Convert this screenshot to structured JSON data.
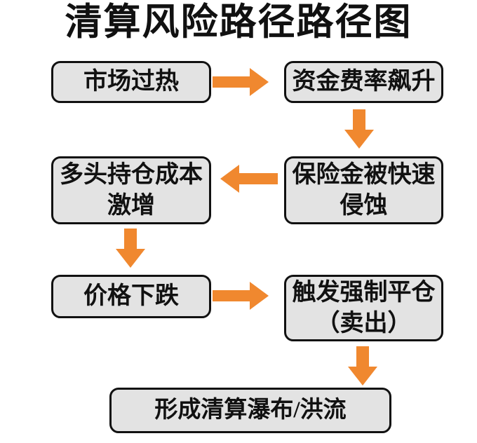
{
  "title": "清算风险路径路径图",
  "colors": {
    "background": "#ffffff",
    "arrow": "#f0882f",
    "box_fill": "#e3e3e3",
    "box_border": "#111111",
    "text": "#111111"
  },
  "nodes": {
    "market_overheat": {
      "label": "市场过热"
    },
    "funding_rate": {
      "label": "资金费率飙升"
    },
    "long_cost": {
      "line1": "多头持仓成本",
      "line2": "激增"
    },
    "insurance": {
      "line1": "保险金被快速",
      "line2": "侵蚀"
    },
    "price_drop": {
      "label": "价格下跌"
    },
    "forced_liq": {
      "line1": "触发强制平仓",
      "line2": "（卖出）"
    },
    "cascade": {
      "label": "形成清算瀑布/洪流"
    }
  },
  "edges": [
    {
      "from": "market_overheat",
      "to": "funding_rate",
      "direction": "right"
    },
    {
      "from": "funding_rate",
      "to": "insurance",
      "direction": "down"
    },
    {
      "from": "insurance",
      "to": "long_cost",
      "direction": "left"
    },
    {
      "from": "long_cost",
      "to": "price_drop",
      "direction": "down"
    },
    {
      "from": "price_drop",
      "to": "forced_liq",
      "direction": "right"
    },
    {
      "from": "forced_liq",
      "to": "cascade",
      "direction": "down"
    }
  ]
}
